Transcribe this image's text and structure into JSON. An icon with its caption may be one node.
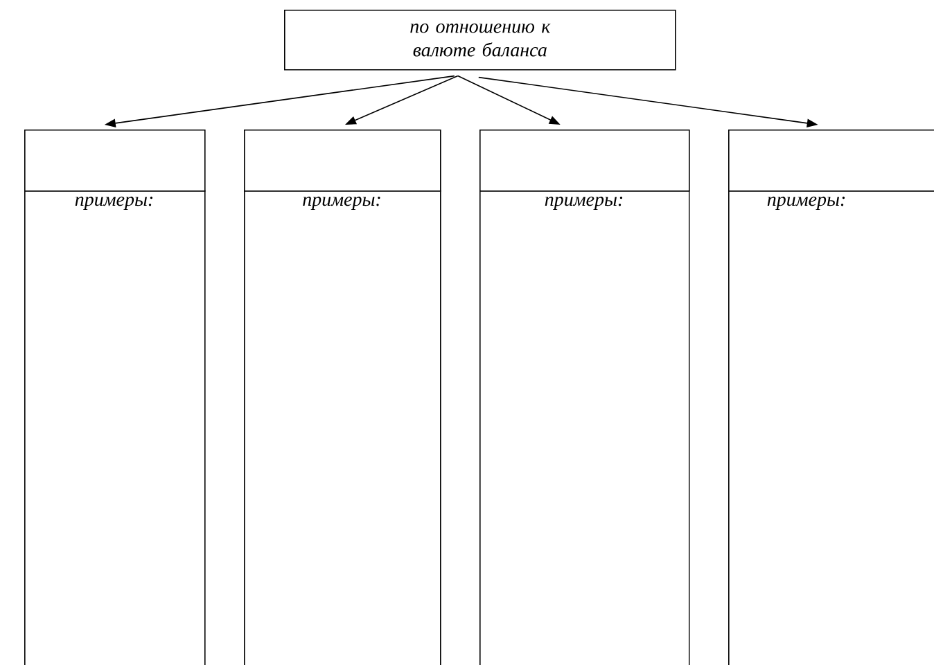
{
  "diagram": {
    "nodes": [
      {
        "text": [
          "по отношению к валюте баланса"
        ]
      },
      {
        "text": [],
        "shape": "box"
      },
      {
        "text": [],
        "shape": "box"
      },
      {
        "text": [],
        "shape": "box"
      },
      {
        "text": [],
        "shape": "box"
      },
      {
        "text": [
          "примеры:"
        ]
      },
      {
        "text": [
          "примеры:"
        ]
      },
      {
        "text": [
          "примеры:"
        ]
      },
      {
        "text": [
          "примеры:"
        ]
      }
    ],
    "edges": [
      {
        "from": 0,
        "to": 1,
        "arrow": "to"
      },
      {
        "from": 0,
        "to": 2,
        "arrow": "to"
      },
      {
        "from": 0,
        "to": 3,
        "arrow": "to"
      },
      {
        "from": 0,
        "to": 4,
        "arrow": "to"
      }
    ]
  }
}
